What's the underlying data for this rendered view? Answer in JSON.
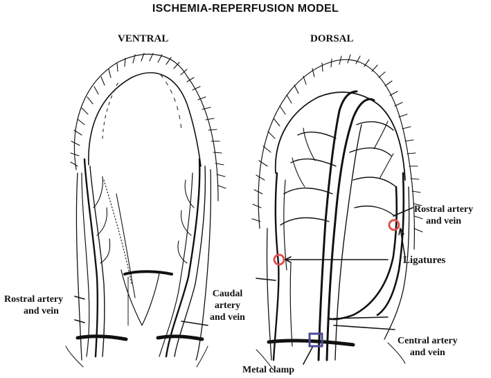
{
  "title": "ISCHEMIA-REPERFUSION MODEL",
  "views": {
    "ventral": "VENTRAL",
    "dorsal": "DORSAL"
  },
  "labels": {
    "rostral_left": [
      "Rostral artery",
      "and vein"
    ],
    "caudal": [
      "Caudal",
      "artery",
      "and vein"
    ],
    "rostral_right": [
      "Rostral artery",
      "and vein"
    ],
    "ligatures": "Ligatures",
    "central": [
      "Central artery",
      "and vein"
    ],
    "metal_clamp": "Metal clamp"
  },
  "colors": {
    "ligature": "#e05050",
    "clamp": "#4a4a9a",
    "ink": "#111111"
  }
}
